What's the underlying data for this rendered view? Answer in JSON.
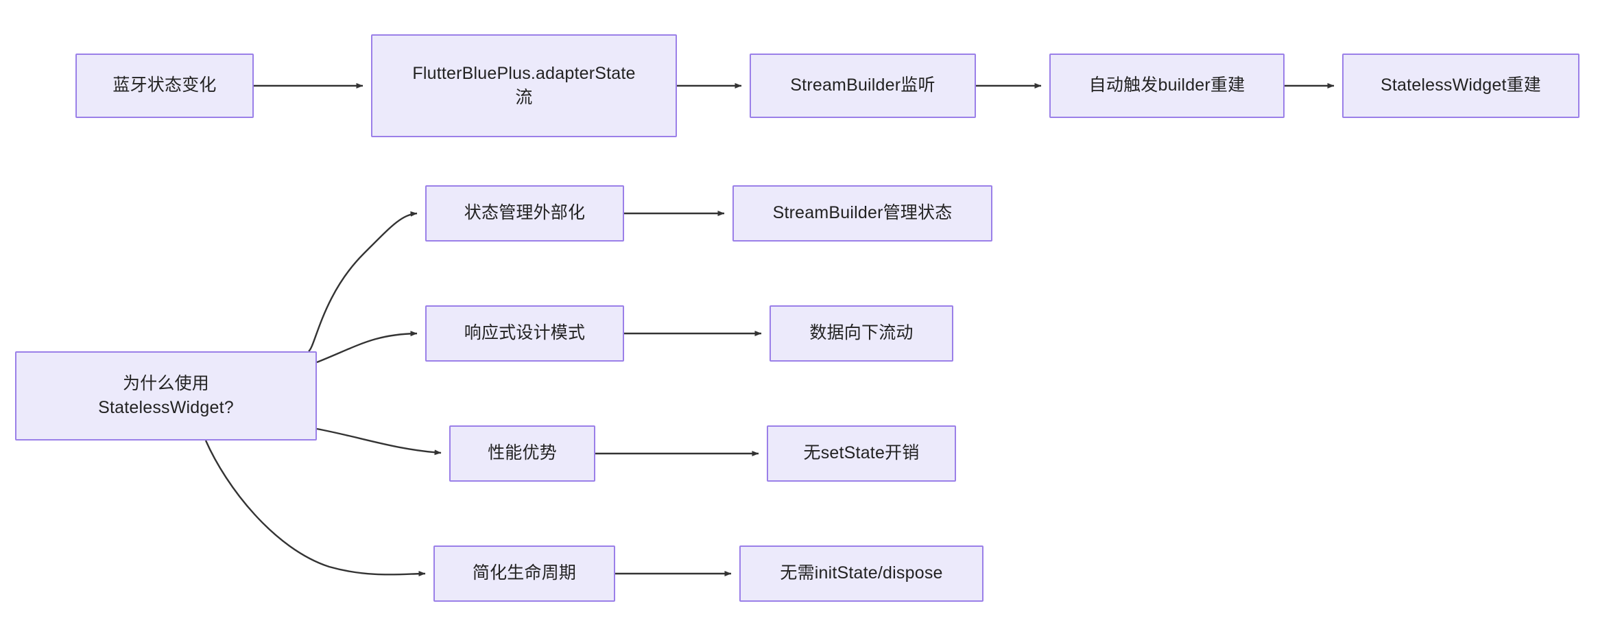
{
  "diagram": {
    "type": "flowchart",
    "direction": "left-to-right",
    "background_color": "#ffffff",
    "node_fill_color": "#ECEAFB",
    "node_border_color": "#9A7FE8",
    "edge_color": "#333333",
    "text_color": "#222222"
  },
  "flow_top": {
    "nodes": [
      {
        "id": "bt-state-change",
        "label": "蓝牙状态变化"
      },
      {
        "id": "adapter-state-stream",
        "label": "FlutterBluePlus.adapterState\n流"
      },
      {
        "id": "streambuilder-listen",
        "label": "StreamBuilder监听"
      },
      {
        "id": "auto-trigger-rebuild",
        "label": "自动触发builder重建"
      },
      {
        "id": "statelesswidget-rebuild",
        "label": "StatelessWidget重建"
      }
    ]
  },
  "flow_reasons": {
    "root": {
      "id": "why-stateless",
      "label": "为什么使用\nStatelessWidget?"
    },
    "branches": [
      {
        "id": "state-externalized",
        "label": "状态管理外部化",
        "result": {
          "id": "streambuilder-manages-state",
          "label": "StreamBuilder管理状态"
        }
      },
      {
        "id": "reactive-pattern",
        "label": "响应式设计模式",
        "result": {
          "id": "data-flows-down",
          "label": "数据向下流动"
        }
      },
      {
        "id": "performance-advantage",
        "label": "性能优势",
        "result": {
          "id": "no-setstate-cost",
          "label": "无setState开销"
        }
      },
      {
        "id": "simplified-lifecycle",
        "label": "简化生命周期",
        "result": {
          "id": "no-initstate-dispose",
          "label": "无需initState/dispose"
        }
      }
    ]
  }
}
